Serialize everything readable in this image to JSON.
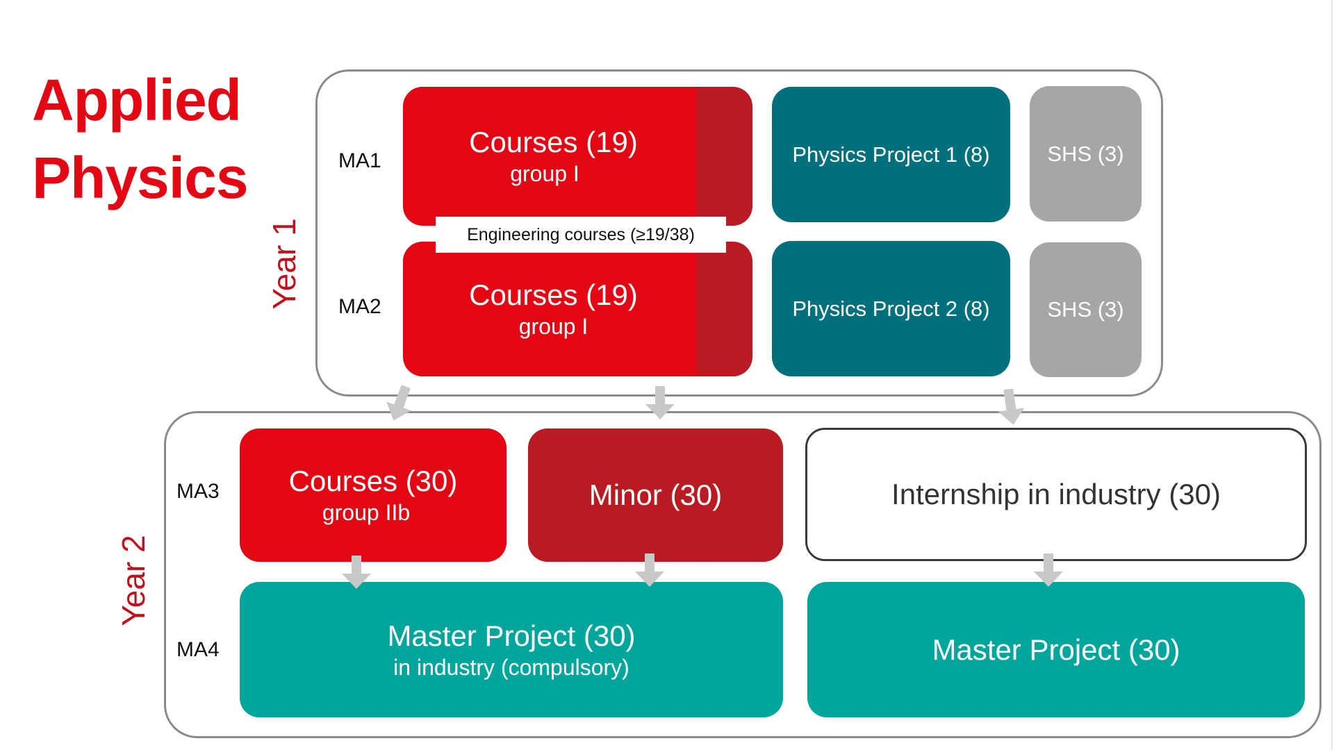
{
  "title": {
    "line1": "Applied",
    "line2": "Physics"
  },
  "year1": {
    "label": "Year 1",
    "semesters": [
      {
        "label": "MA1",
        "courses": {
          "title": "Courses (19)",
          "subtitle": "group I"
        },
        "physics_project": "Physics Project 1 (8)",
        "shs": "SHS (3)"
      },
      {
        "label": "MA2",
        "courses": {
          "title": "Courses (19)",
          "subtitle": "group I"
        },
        "physics_project": "Physics Project 2 (8)",
        "shs": "SHS (3)"
      }
    ],
    "engineering_note": "Engineering  courses (≥19/38)"
  },
  "year2": {
    "label": "Year 2",
    "semesters": [
      {
        "label": "MA3",
        "courses": {
          "title": "Courses (30)",
          "subtitle": "group IIb"
        },
        "minor": "Minor (30)",
        "internship": "Internship in industry (30)"
      },
      {
        "label": "MA4",
        "master_project_industry": {
          "title": "Master Project (30)",
          "subtitle": "in industry (compulsory)"
        },
        "master_project": "Master Project (30)"
      }
    ]
  },
  "colors": {
    "brand_red": "#e30613",
    "dark_red": "#b81c22",
    "petrol": "#00707c",
    "teal": "#00a59c",
    "grey": "#a6a6a6",
    "arrow_grey": "#c8c8c8"
  }
}
